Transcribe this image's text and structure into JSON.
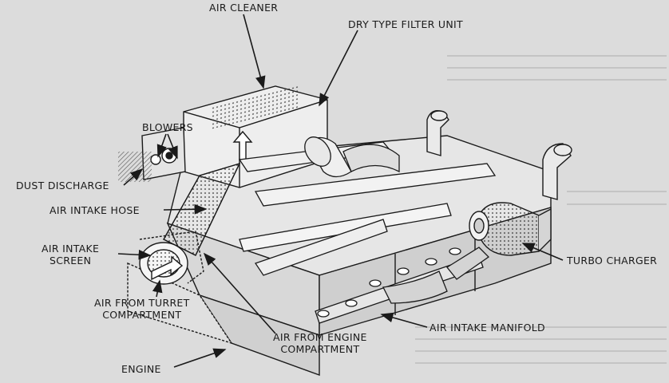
{
  "labels": {
    "air_cleaner": "AIR CLEANER",
    "dry_type_filter_unit": "DRY TYPE FILTER UNIT",
    "blowers": "BLOWERS",
    "dust_discharge": "DUST DISCHARGE",
    "air_intake_hose": "AIR INTAKE HOSE",
    "air_intake_screen_line1": "AIR INTAKE",
    "air_intake_screen_line2": "SCREEN",
    "air_from_turret_line1": "AIR FROM TURRET",
    "air_from_turret_line2": "COMPARTMENT",
    "air_from_engine_line1": "AIR FROM ENGINE",
    "air_from_engine_line2": "COMPARTMENT",
    "engine": "ENGINE",
    "air_intake_manifold": "AIR INTAKE MANIFOLD",
    "turbo_charger": "TURBO CHARGER"
  },
  "colors": {
    "background": "#dcdcdc",
    "ink": "#1a1a1a",
    "shade": "#9a9a9a",
    "highlight": "#f2f2f2"
  }
}
